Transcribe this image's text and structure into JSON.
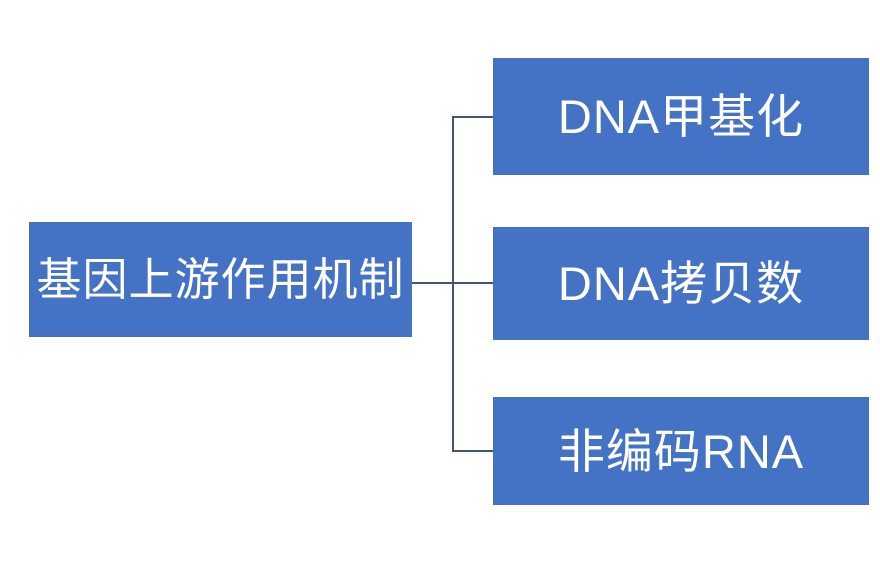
{
  "diagram": {
    "type": "hierarchy",
    "orientation": "left-to-right",
    "root": {
      "label": "基因上游作用机制"
    },
    "children": [
      {
        "label": "DNA甲基化"
      },
      {
        "label": "DNA拷贝数"
      },
      {
        "label": "非编码RNA"
      }
    ],
    "colors": {
      "box_fill": "#4472C4",
      "text": "#FFFFFF",
      "connector": "#44546A",
      "background": "#FFFFFF"
    }
  }
}
